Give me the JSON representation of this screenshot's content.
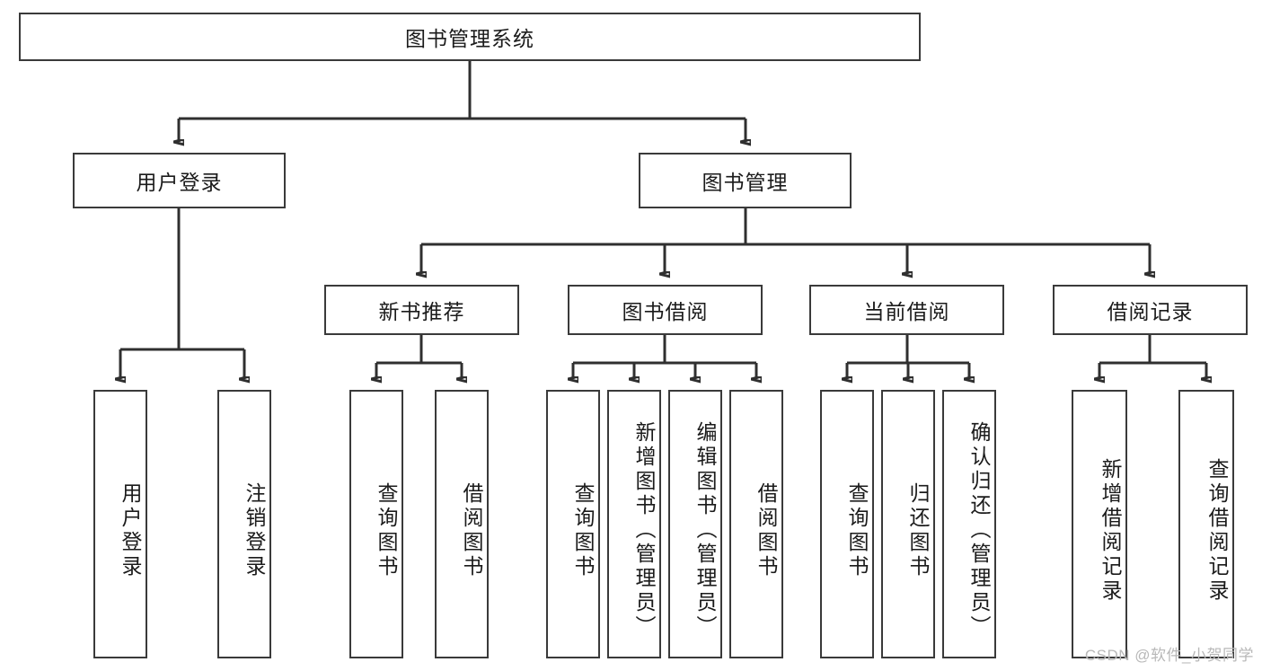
{
  "diagram": {
    "title": "图书管理系统",
    "watermark": "CSDN @软件_小贺同学",
    "colors": {
      "box_border": "#3a3a3a",
      "line": "#2f2f2f",
      "text": "#1b1b1b",
      "watermark": "#b8b8b8",
      "background": "#ffffff"
    },
    "root": {
      "label": "图书管理系统"
    },
    "level2": [
      {
        "label": "用户登录"
      },
      {
        "label": "图书管理"
      }
    ],
    "level3": [
      {
        "label": "新书推荐"
      },
      {
        "label": "图书借阅"
      },
      {
        "label": "当前借阅"
      },
      {
        "label": "借阅记录"
      }
    ],
    "leaves": {
      "user_login": [
        {
          "label": "用户登录"
        },
        {
          "label": "注销登录"
        }
      ],
      "new_book": [
        {
          "label": "查询图书"
        },
        {
          "label": "借阅图书"
        }
      ],
      "book_borrow": [
        {
          "label": "查询图书"
        },
        {
          "label": "新增图书（管理员）"
        },
        {
          "label": "编辑图书（管理员）"
        },
        {
          "label": "借阅图书"
        }
      ],
      "current_borrow": [
        {
          "label": "查询图书"
        },
        {
          "label": "归还图书"
        },
        {
          "label": "确认归还（管理员）"
        }
      ],
      "borrow_record": [
        {
          "label": "新增借阅记录"
        },
        {
          "label": "查询借阅记录"
        }
      ]
    }
  }
}
